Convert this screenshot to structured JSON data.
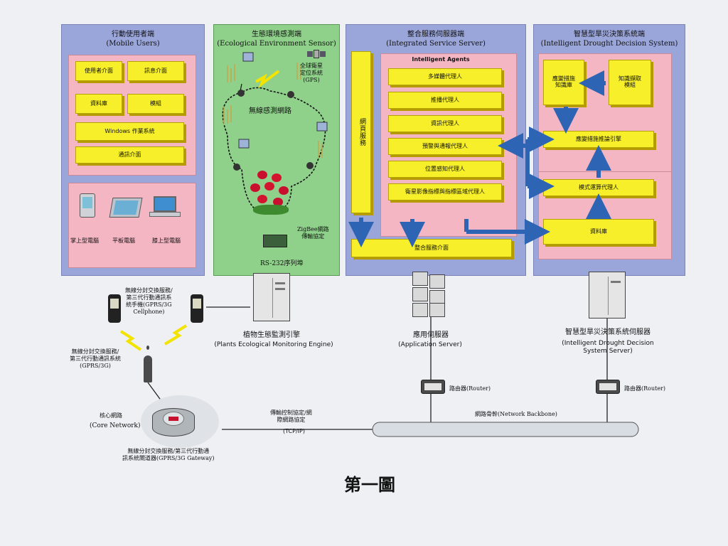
{
  "mobile": {
    "title_zh": "行動使用者端",
    "title_en": "(Mobile Users)",
    "boxes": [
      "使用者介面",
      "訊息介面",
      "資料庫",
      "模組",
      "Windows 作業系統",
      "通訊介面"
    ],
    "devices": [
      "掌上型電腦",
      "平板電腦",
      "膝上型電腦"
    ]
  },
  "eco": {
    "title_zh": "生態環境感測端",
    "title_en": "(Ecological Environment Sensor)",
    "gps": "全球衛星\n定位系統\n(GPS)",
    "wsn": "無線感測網路",
    "zigbee": "ZigBee網路\n傳輸協定",
    "rs232": "RS-232序列埠"
  },
  "iss": {
    "title_zh": "整合服務伺服器端",
    "title_en": "(Integrated Service Server)",
    "web": "網頁服務",
    "agents_title": "Intelligent Agents",
    "agents": [
      "多媒體代理人",
      "推播代理人",
      "資訊代理人",
      "預警與通報代理人",
      "位置感知代理人",
      "衛星影像指標與指標區域代理人"
    ],
    "interface": "整合服務介面"
  },
  "idds": {
    "title_zh": "智慧型旱災決策系統端",
    "title_en": "(Intelligent Drought Decision System)",
    "kb": "應變措施\n知識庫",
    "km": "知識擷取\n模組",
    "engine": "應變措施推論引擎",
    "model": "模式運算代理人",
    "db": "資料庫"
  },
  "network": {
    "cellphone": "無線分封交換服務/\n第三代行動通訊系\n統手機(GPRS/3G\nCellphone)",
    "gprs": "無線分封交換服務/\n第三代行動通訊系統\n(GPRS/3G)",
    "core_zh": "核心網路",
    "core_en": "(Core Network)",
    "gateway": "無線分封交換服務/第三代行動通\n訊系統閘道器(GPRS/3G Gateway)",
    "pme_zh": "植物生態監測引擎",
    "pme_en": "(Plants Ecological Monitoring Engine)",
    "app_zh": "應用伺服器",
    "app_en": "(Application Server)",
    "idds_zh": "智慧型旱災決策系統伺服器",
    "idds_en": "(Intelligent Drought Decision\nSystem Server)",
    "router1": "路由器(Router)",
    "router2": "路由器(Router)",
    "tcp": "傳輸控制協定/網\n際網路協定",
    "tcp_en": "(TCP/IP)",
    "backbone": "網路骨幹(Network Backbone)"
  },
  "caption": "第一圖",
  "colors": {
    "panel_blue": "#9aa6da",
    "panel_green": "#8fd18a",
    "pink": "#f5b6c4",
    "yellow": "#f6ef2a",
    "arrow": "#2d64b4"
  }
}
